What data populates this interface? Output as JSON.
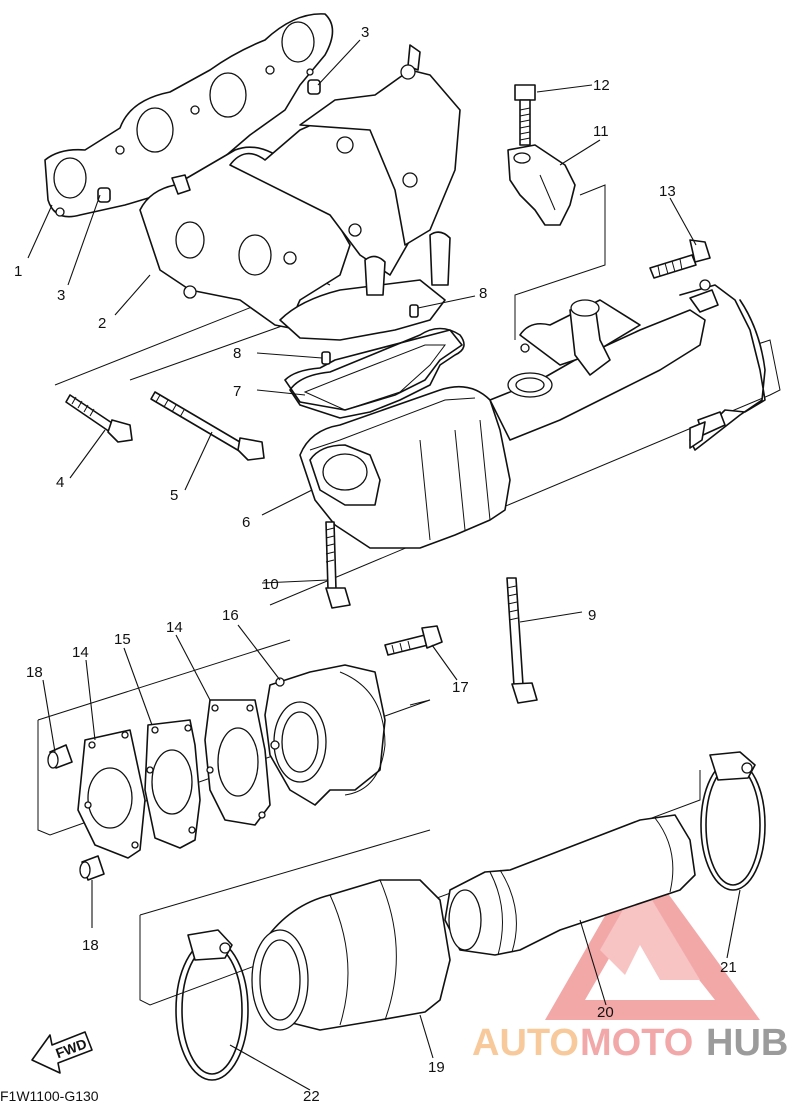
{
  "diagram_code": "F1W1100-G130",
  "fwd_label": "FWD",
  "callouts": [
    "1",
    "2",
    "3",
    "4",
    "5",
    "6",
    "7",
    "8",
    "9",
    "10",
    "11",
    "12",
    "13",
    "14",
    "15",
    "16",
    "17",
    "18",
    "19",
    "20",
    "21",
    "22"
  ],
  "watermark": {
    "part1": "AUTO",
    "part2": "MOTO",
    "part3": "HUB",
    "colors": {
      "auto": "#f6c08a",
      "moto": "#f09a9a",
      "hub": "#8a8a8a",
      "logo": "#f08c8c"
    }
  }
}
